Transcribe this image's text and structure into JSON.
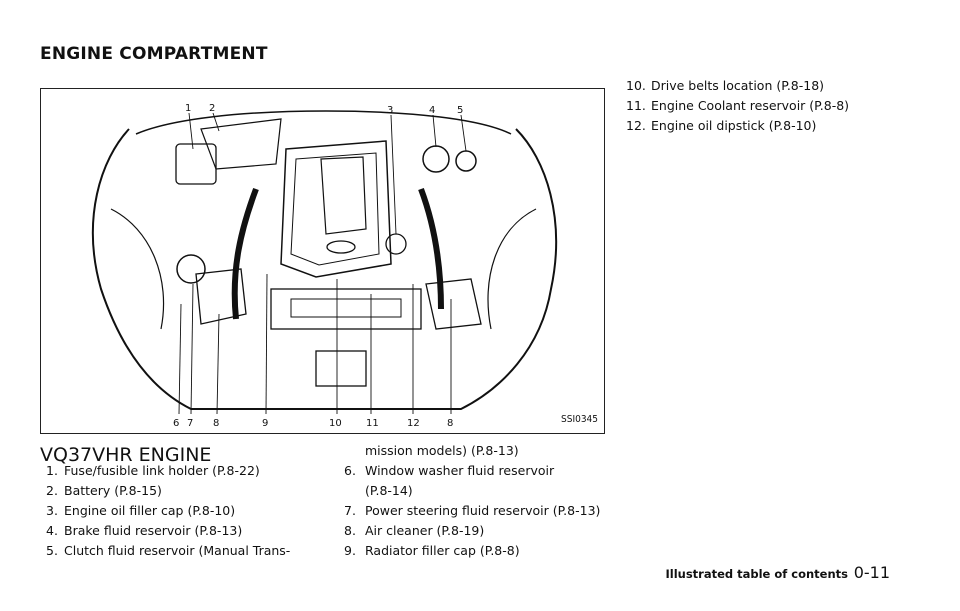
{
  "header": {
    "title": "ENGINE COMPARTMENT"
  },
  "figure": {
    "code": "SSI0345",
    "callouts_top": [
      "1",
      "2",
      "3",
      "4",
      "5"
    ],
    "callouts_bottom": [
      "6",
      "7",
      "8",
      "9",
      "10",
      "11",
      "12",
      "8"
    ]
  },
  "engine": {
    "title": "VQ37VHR ENGINE",
    "items": [
      {
        "num": "1.",
        "text": "Fuse/fusible link holder (P.8-22)"
      },
      {
        "num": "2.",
        "text": "Battery (P.8-15)"
      },
      {
        "num": "3.",
        "text": "Engine oil filler cap (P.8-10)"
      },
      {
        "num": "4.",
        "text": "Brake fluid reservoir (P.8-13)"
      },
      {
        "num": "5.",
        "text": "Clutch fluid reservoir (Manual Trans-"
      },
      {
        "num": "",
        "text": "mission models) (P.8-13)"
      },
      {
        "num": "6.",
        "text": "Window washer fluid reservoir"
      },
      {
        "num": "",
        "text": "(P.8-14)"
      },
      {
        "num": "7.",
        "text": "Power steering fluid reservoir (P.8-13)"
      },
      {
        "num": "8.",
        "text": "Air cleaner (P.8-19)"
      },
      {
        "num": "9.",
        "text": "Radiator filler cap (P.8-8)"
      },
      {
        "num": "10.",
        "text": "Drive belts location (P.8-18)"
      },
      {
        "num": "11.",
        "text": "Engine Coolant reservoir (P.8-8)"
      },
      {
        "num": "12.",
        "text": "Engine oil dipstick (P.8-10)"
      }
    ]
  },
  "footer": {
    "label": "Illustrated table of contents",
    "page": "0-11"
  }
}
